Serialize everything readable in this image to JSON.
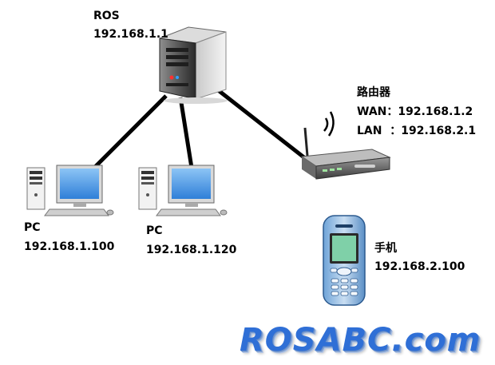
{
  "server": {
    "name": "ROS",
    "ip": "192.168.1.1"
  },
  "router": {
    "name": "路由器",
    "wan_label": "WAN",
    "wan_ip": "192.168.1.2",
    "lan_label": "LAN",
    "lan_ip": "192.168.2.1"
  },
  "pc1": {
    "name": "PC",
    "ip": "192.168.1.100"
  },
  "pc2": {
    "name": "PC",
    "ip": "192.168.1.120"
  },
  "phone": {
    "name": "手机",
    "ip": "192.168.2.100"
  },
  "logo_text": "ROSABC.com",
  "colors": {
    "link": "#000000",
    "logo": "#2f6fd6",
    "server_body": "#3a3a3a",
    "screen": "#3b8fe0",
    "phone_screen": "#7fd0a8"
  }
}
